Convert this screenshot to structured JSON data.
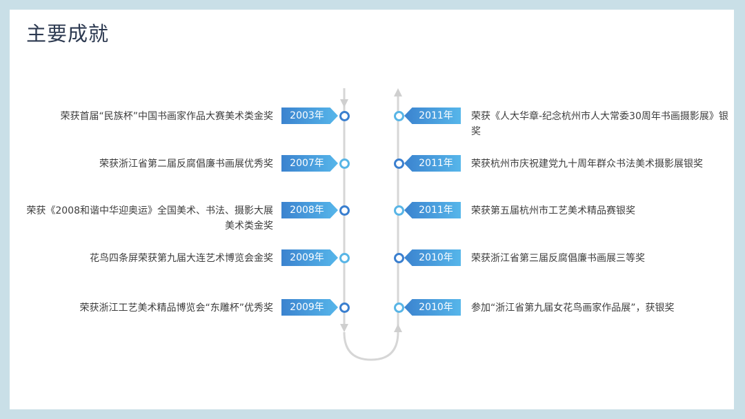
{
  "title": "主要成就",
  "left_items": [
    {
      "year": "2003年",
      "text": "荣获首届“民族杯”中国书画家作品大赛美术类金奖"
    },
    {
      "year": "2007年",
      "text": "荣获浙江省第二届反腐倡廉书画展优秀奖"
    },
    {
      "year": "2008年",
      "text": "荣获《2008和谐中华迎奥运》全国美术、书法、摄影大展美术类金奖"
    },
    {
      "year": "2009年",
      "text": "花鸟四条屏荣获第九届大连艺术博览会金奖"
    },
    {
      "year": "2009年",
      "text": "荣获浙江工艺美术精品博览会“东雕杯”优秀奖"
    }
  ],
  "right_items": [
    {
      "year": "2011年",
      "text": "荣获《人大华章-纪念杭州市人大常委30周年书画摄影展》银奖"
    },
    {
      "year": "2011年",
      "text": "荣获杭州市庆祝建党九十周年群众书法美术摄影展银奖"
    },
    {
      "year": "2011年",
      "text": "荣获第五届杭州市工艺美术精品赛银奖"
    },
    {
      "year": "2010年",
      "text": "荣获浙江省第三届反腐倡廉书画展三等奖"
    },
    {
      "year": "2010年",
      "text": "参加“浙江省第九届女花鸟画家作品展”，获银奖"
    }
  ],
  "colors": {
    "background": "#c9dfe7",
    "title": "#2c3950",
    "tag_gradient_start": "#3b83cf",
    "tag_gradient_end": "#56b6ea",
    "track": "#d6d6d6",
    "node_light": "#58b5e6",
    "node_dark": "#3a7fcf"
  }
}
